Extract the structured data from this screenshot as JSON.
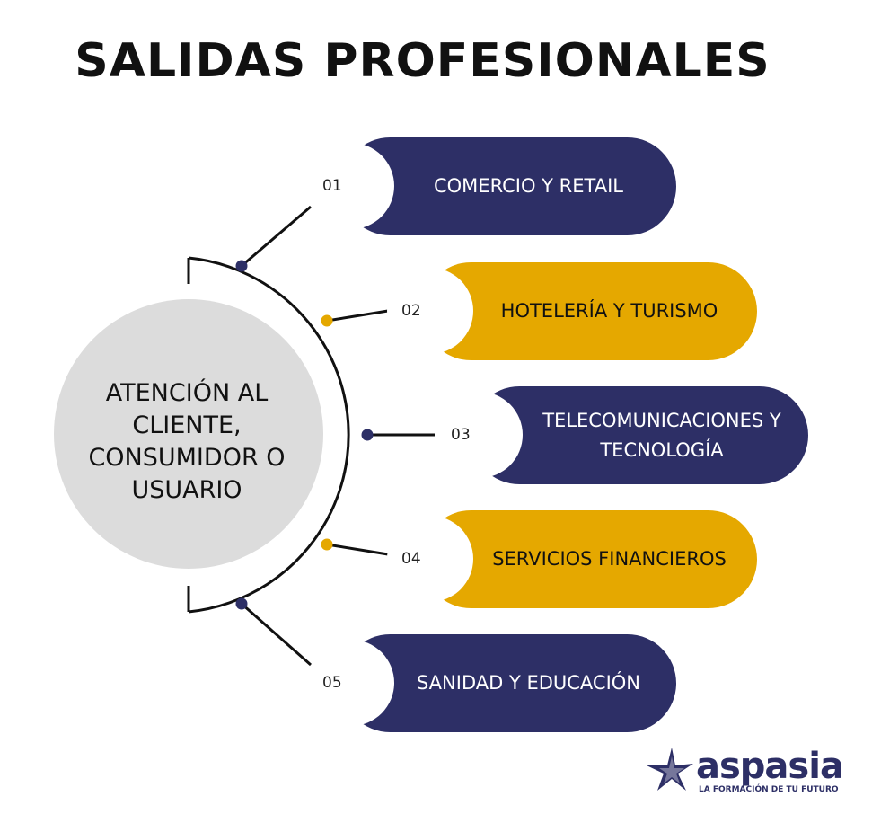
{
  "title": "SALIDAS PROFESIONALES",
  "center": {
    "label": "ATENCIÓN AL CLIENTE, CONSUMIDOR O USUARIO"
  },
  "items": [
    {
      "number": "01",
      "label": "COMERCIO Y RETAIL",
      "color": "#2d2f66"
    },
    {
      "number": "02",
      "label": "HOTELERÍA Y TURISMO",
      "color": "#e5a800"
    },
    {
      "number": "03",
      "label": "TELECOMUNICACIONES Y TECNOLOGÍA",
      "color": "#2d2f66"
    },
    {
      "number": "04",
      "label": "SERVICIOS FINANCIEROS",
      "color": "#e5a800"
    },
    {
      "number": "05",
      "label": "SANIDAD Y EDUCACIÓN",
      "color": "#2d2f66"
    }
  ],
  "logo": {
    "name": "aspasia",
    "tagline": "LA FORMACIÓN DE TU FUTURO",
    "icon": "star-icon"
  },
  "colors": {
    "navy": "#2d2f66",
    "gold": "#e5a800",
    "circle": "#dcdcdc"
  }
}
